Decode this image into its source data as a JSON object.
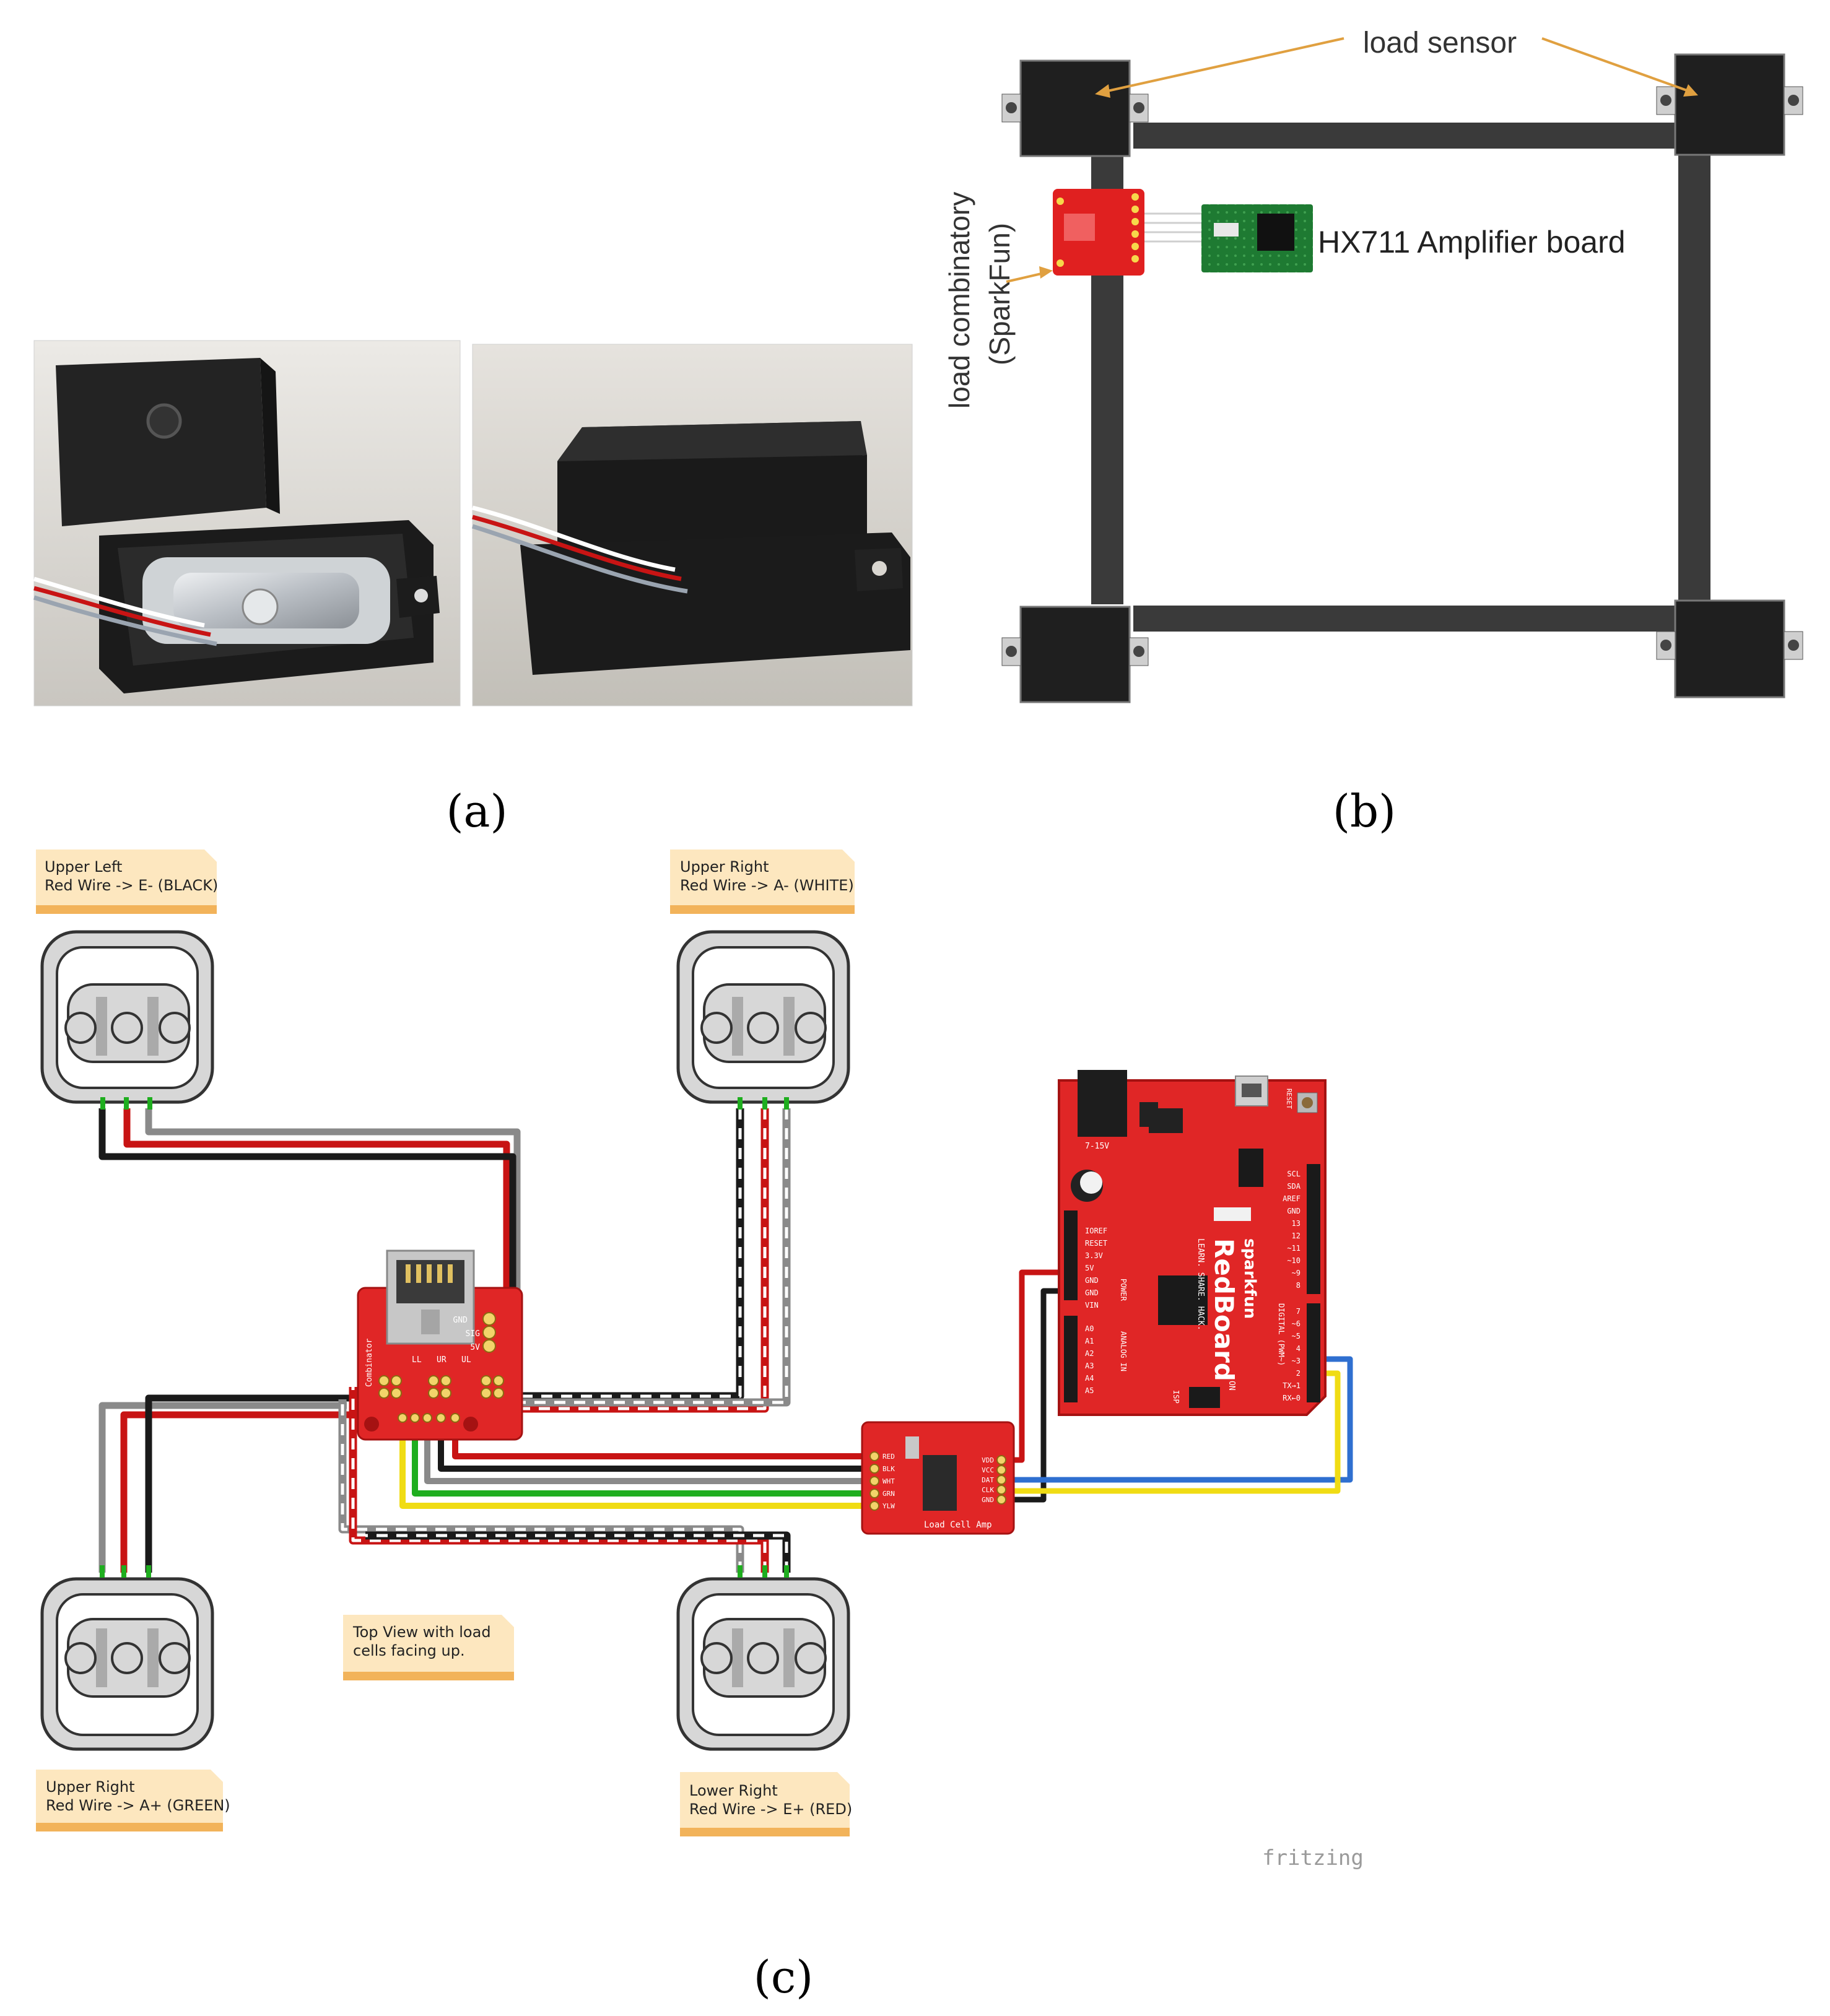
{
  "panel_labels": {
    "a": "(a)",
    "b": "(b)",
    "c": "(c)"
  },
  "panel_b": {
    "load_sensor_label": "load sensor",
    "combinator_label_line1": "load combinatory",
    "combinator_label_line2": "(SparkFun)",
    "amplifier_label": "HX711 Amplifier board",
    "arrow_color": "#e0a040"
  },
  "panel_c": {
    "notes": {
      "upper_left": {
        "line1": "Upper Left",
        "line2": "Red Wire -> E- (BLACK)"
      },
      "upper_right": {
        "line1": "Upper Right",
        "line2": "Red Wire -> A- (WHITE)"
      },
      "lower_left": {
        "line1": "Upper Right",
        "line2": "Red Wire -> A+ (GREEN)"
      },
      "lower_right": {
        "line1": "Lower Right",
        "line2": "Red Wire -> E+ (RED)"
      },
      "top_view": {
        "line1": "Top View with load",
        "line2": "cells facing up."
      }
    },
    "combinator_board": {
      "title": "Combinator",
      "pins_right": [
        "GND",
        "SIG",
        "5V"
      ],
      "pins_top": [
        "LL",
        "UR",
        "UL"
      ]
    },
    "load_cell_amp": {
      "title": "Load Cell Amp",
      "pins_left": [
        "RED",
        "BLK",
        "WHT",
        "GRN",
        "YLW"
      ],
      "pins_right": [
        "VDD",
        "VCC",
        "DAT",
        "CLK",
        "GND"
      ]
    },
    "redboard": {
      "name": "RedBoard",
      "brand": "sparkfun",
      "tagline": "LEARN. SHARE. HACK.",
      "power_label": "7-15V",
      "reset_label": "RESET",
      "power_pins": [
        "IOREF",
        "RESET",
        "3.3V",
        "5V",
        "GND",
        "GND",
        "VIN"
      ],
      "power_header_label": "POWER",
      "analog_pins": [
        "A0",
        "A1",
        "A2",
        "A3",
        "A4",
        "A5"
      ],
      "analog_header_label": "ANALOG IN",
      "digital_top_pins": [
        "SCL",
        "SDA",
        "AREF",
        "GND",
        "13",
        "12",
        "~11",
        "~10",
        "~9",
        "8"
      ],
      "digital_bottom_pins": [
        "7",
        "~6",
        "~5",
        "4",
        "~3",
        "2",
        "TX→1",
        "RX←0"
      ],
      "digital_header_label": "DIGITAL (PWM~)",
      "on_label": "ON",
      "isp_label": "ISP"
    },
    "watermark": "fritzing",
    "wire_colors": {
      "red": "#c81414",
      "black": "#1a1a1a",
      "white": "#ffffff",
      "gray": "#8a8a8a",
      "green": "#1fae1f",
      "yellow": "#f0dc14",
      "blue": "#2f6fd0"
    }
  }
}
